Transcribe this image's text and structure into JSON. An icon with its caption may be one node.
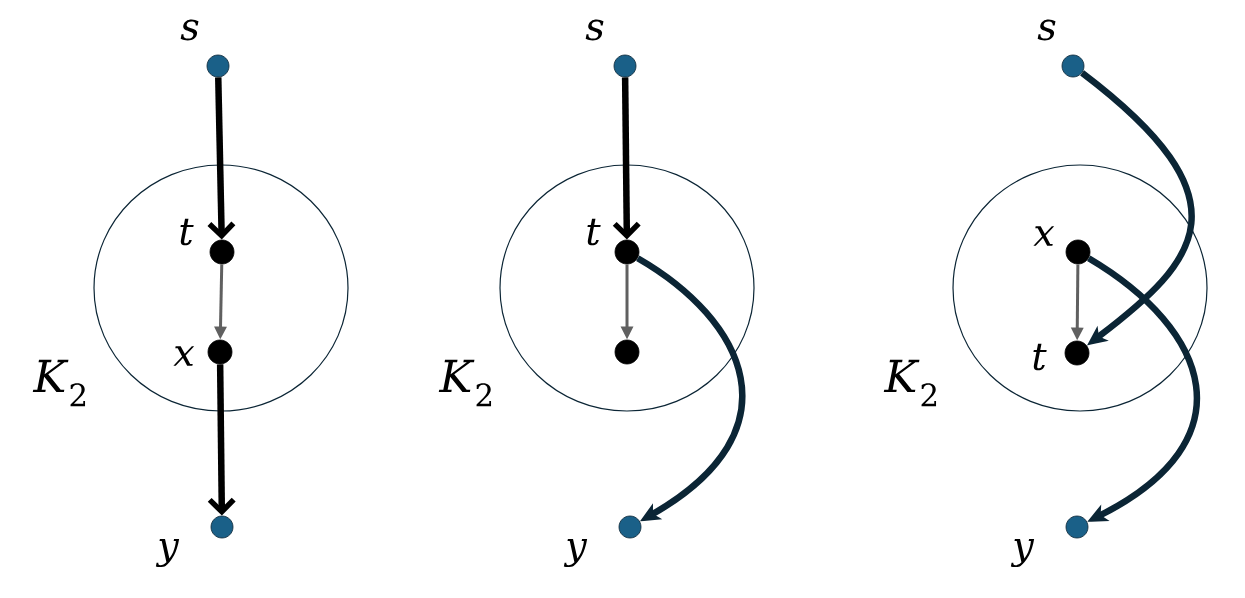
{
  "diagram": {
    "nodes": [
      {
        "text": [
          "*K*$_{2}$"
        ]
      },
      {
        "text": [
          "s"
        ]
      },
      {
        "text": [
          "t"
        ],
        "in": 0
      },
      {
        "text": [
          "x"
        ],
        "in": 0
      },
      {
        "text": [
          "y"
        ]
      },
      {
        "text": [
          "*K*$_{2}$"
        ]
      },
      {
        "text": [
          "s"
        ]
      },
      {
        "text": [
          "t"
        ],
        "in": 5
      },
      {
        "text": [],
        "shape": "circle",
        "in": 5
      },
      {
        "text": [
          "y"
        ]
      },
      {
        "text": [
          "*K*$_{2}$"
        ]
      },
      {
        "text": [
          "s"
        ]
      },
      {
        "text": [
          "x"
        ],
        "in": 10
      },
      {
        "text": [
          "t"
        ],
        "in": 10
      },
      {
        "text": [
          "y"
        ]
      }
    ],
    "edges": [
      {
        "from": 1,
        "to": 2,
        "arrow": "to"
      },
      {
        "from": 2,
        "to": 3,
        "arrow": "to",
        "color": "#606060"
      },
      {
        "from": 3,
        "to": 4,
        "arrow": "to"
      },
      {
        "from": 6,
        "to": 7,
        "arrow": "to"
      },
      {
        "from": 7,
        "to": 8,
        "arrow": "to",
        "color": "#606060"
      },
      {
        "from": 7,
        "to": 9,
        "arrow": "to",
        "color": "#0b2535"
      },
      {
        "from": 12,
        "to": 13,
        "arrow": "to",
        "color": "#606060"
      },
      {
        "from": 11,
        "to": 13,
        "arrow": "to",
        "color": "#0b2535"
      },
      {
        "from": 12,
        "to": 14,
        "arrow": "to",
        "color": "#0b2535"
      }
    ]
  }
}
